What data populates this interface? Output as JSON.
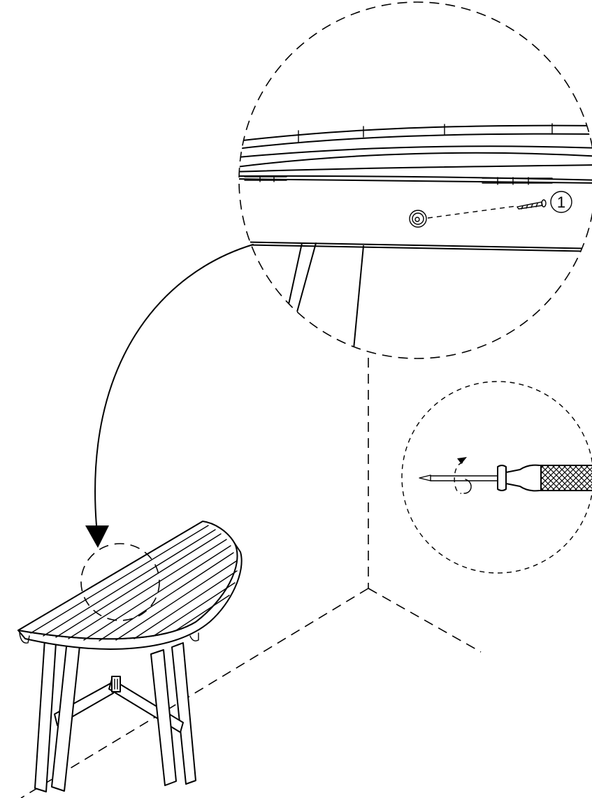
{
  "diagram": {
    "kind": "assembly-instruction-step",
    "part_callout": {
      "number": "1",
      "icon": "screw-icon"
    },
    "tool": {
      "icon": "screwdriver-icon",
      "action_icon": "rotate-clockwise-icon"
    },
    "scene": {
      "object_icon": "half-round-wall-table-icon",
      "detail_view_icon": "magnified-detail-circle",
      "pointer_icon": "curved-arrow-icon"
    },
    "colors": {
      "line": "#000000",
      "background": "#ffffff"
    }
  }
}
